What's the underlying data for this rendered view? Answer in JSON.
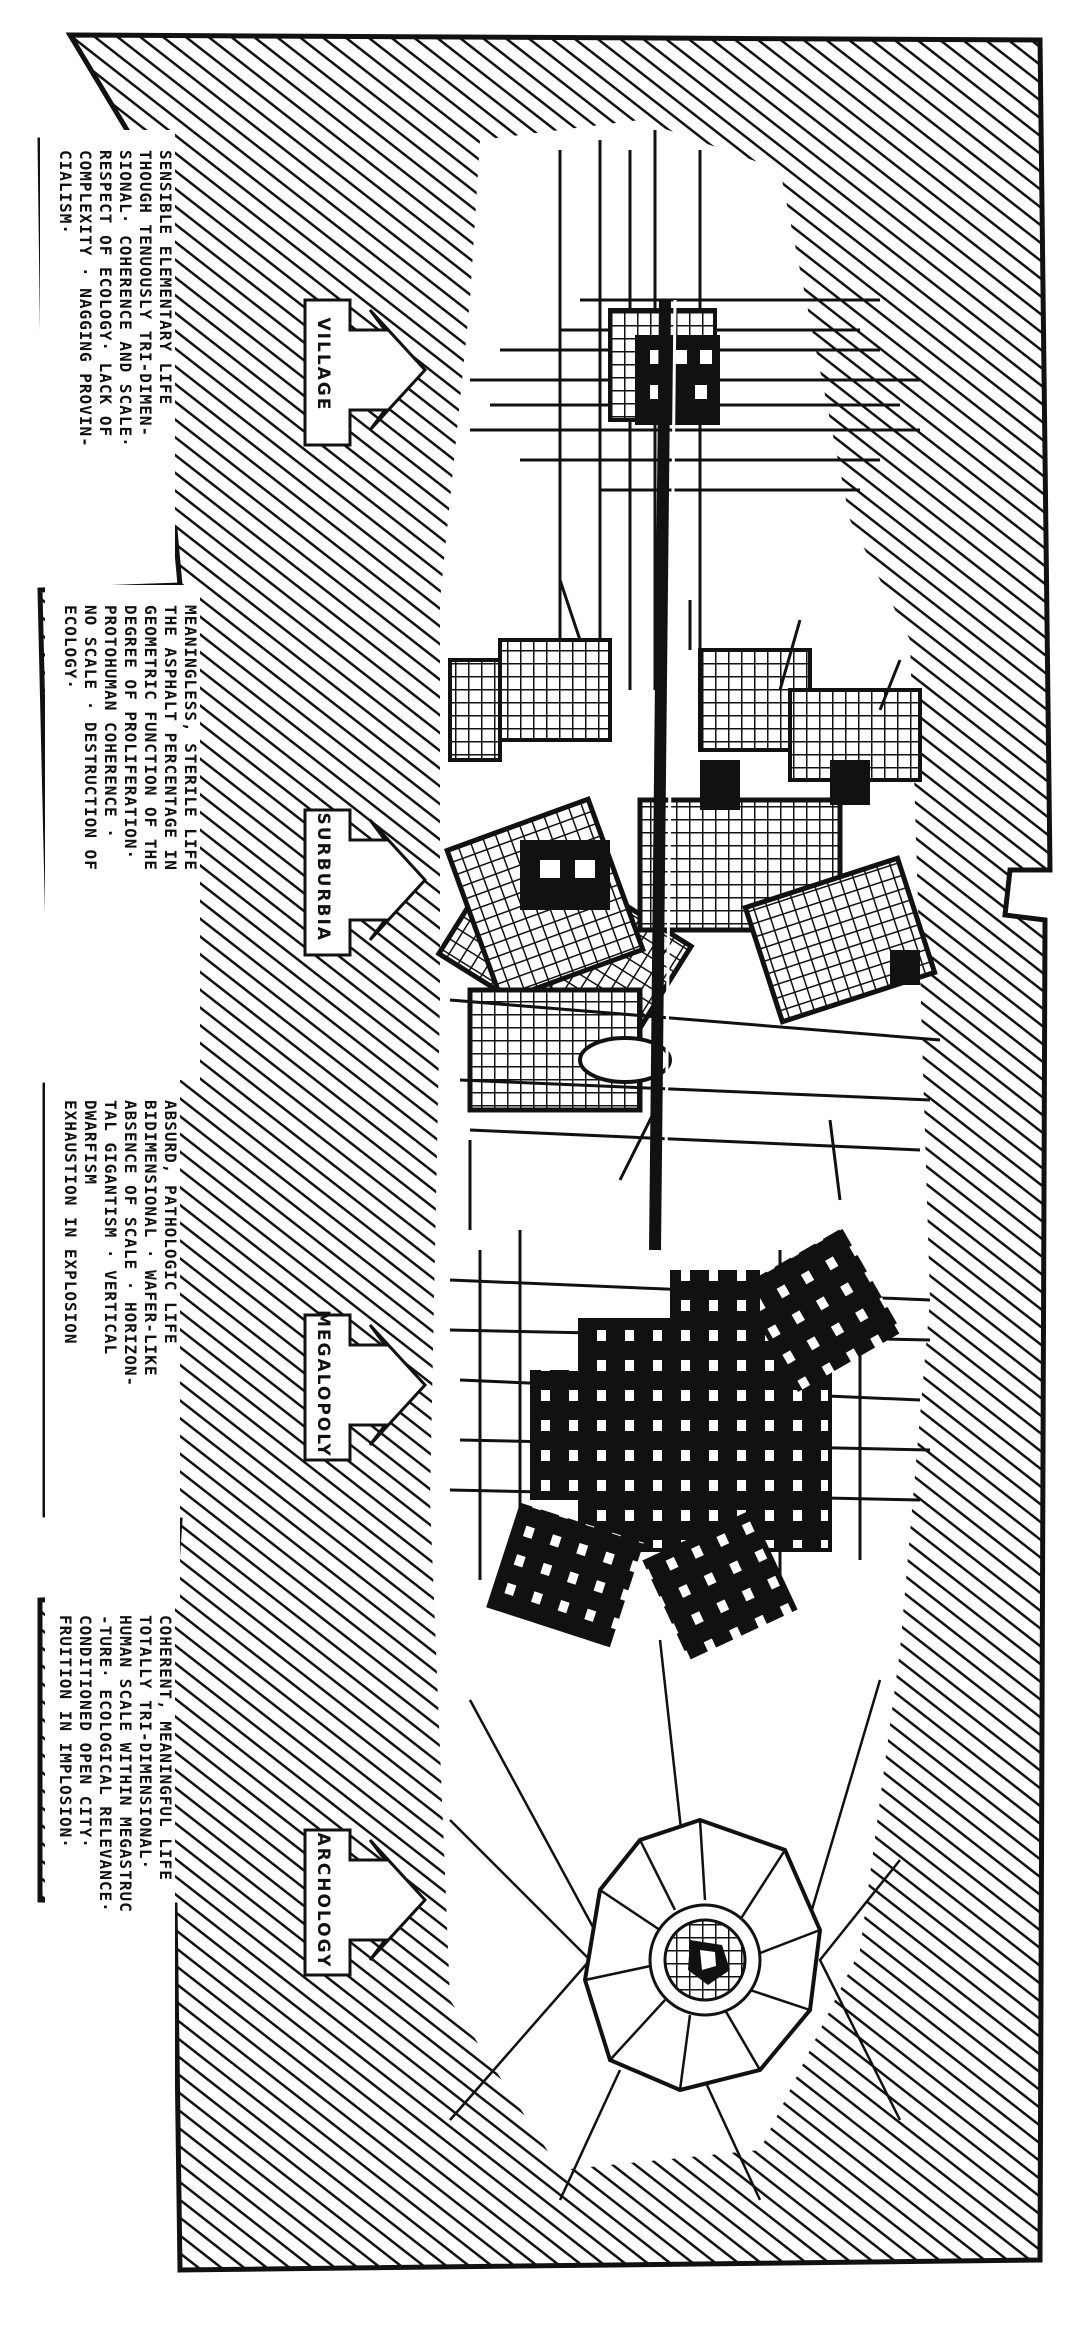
{
  "diagram": {
    "colors": {
      "ink": "#111111",
      "paper": "#ffffff"
    },
    "stages": [
      {
        "id": "village",
        "label": "VILLAGE",
        "description": [
          "SENSIBLE ELEMENTARY LIFE",
          "THOUGH TENUOUSLY TRI-DIMEN-",
          "SIONAL· COHERENCE AND SCALE·",
          "RESPECT OF ECOLOGY· LACK OF",
          "COMPLEXITY · NAGGING PROVIN-",
          "CIALISM·"
        ]
      },
      {
        "id": "suburbia",
        "label": "SURBURBIA",
        "description": [
          "MEANINGLESS, STERILE LIFE",
          "THE ASPHALT PERCENTAGE IN",
          "GEOMETRIC FUNCTION OF THE",
          "DEGREE OF PROLIFERATION·",
          "PROTOHUMAN COHERENCE ·",
          "NO SCALE · DESTRUCTION OF",
          "ECOLOGY·"
        ]
      },
      {
        "id": "megalopoly",
        "label": "MEGALOPOLY",
        "description": [
          "ABSURD, PATHOLOGIC LIFE",
          "BIDIMENSIONAL · WAFER-LIKE",
          "ABSENCE OF SCALE · HORIZON-",
          "TAL GIGANTISM · VERTICAL",
          "DWARFISM",
          "EXHAUSTION IN EXPLOSION"
        ]
      },
      {
        "id": "arcology",
        "label": "ARCHOLOGY",
        "description": [
          "COHERENT, MEANINGFUL LIFE",
          "TOTALLY TRI-DIMENSIONAL·",
          "HUMAN SCALE WITHIN MEGASTRUC",
          "-TURE· ECOLOGICAL RELEVANCE·",
          "CONDITIONED OPEN CITY·",
          "FRUITION    IN IMPLOSION·"
        ]
      }
    ]
  }
}
